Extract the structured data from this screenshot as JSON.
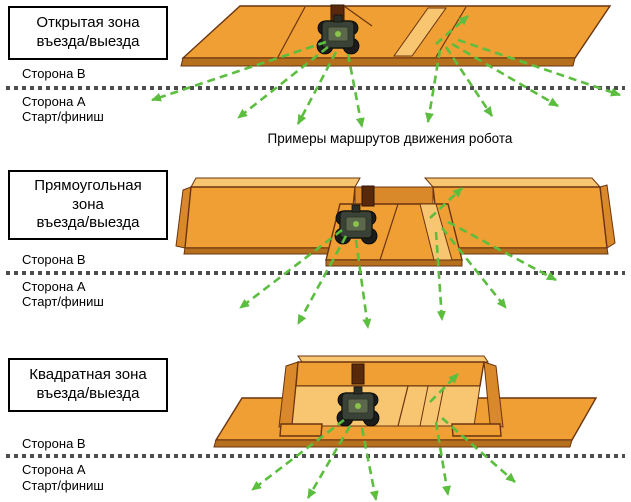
{
  "colors": {
    "platform-orange": "#EF9F33",
    "platform-light": "#F8C671",
    "platform-dark": "#D9882A",
    "platform-edge": "#B5701D",
    "wood-brown": "#6B3410",
    "doorway-brown": "#58290B",
    "route-green": "#5BBE3E",
    "line-gray": "#4D4D4D"
  },
  "caption": "Примеры маршрутов движения робота",
  "sections": [
    {
      "zone_label_lines": [
        "Открытая зона",
        "въезда/выезда"
      ],
      "side_b": "Сторона В",
      "side_a": "Сторона А",
      "start_finish": "Старт/финиш"
    },
    {
      "zone_label_lines": [
        "Прямоугольная",
        "зона",
        "въезда/выезда"
      ],
      "side_b": "Сторона В",
      "side_a": "Сторона А",
      "start_finish": "Старт/финиш"
    },
    {
      "zone_label_lines": [
        "Квадратная зона",
        "въезда/выезда"
      ],
      "side_b": "Сторона В",
      "side_a": "Сторона А",
      "start_finish": "Старт/финиш"
    }
  ]
}
